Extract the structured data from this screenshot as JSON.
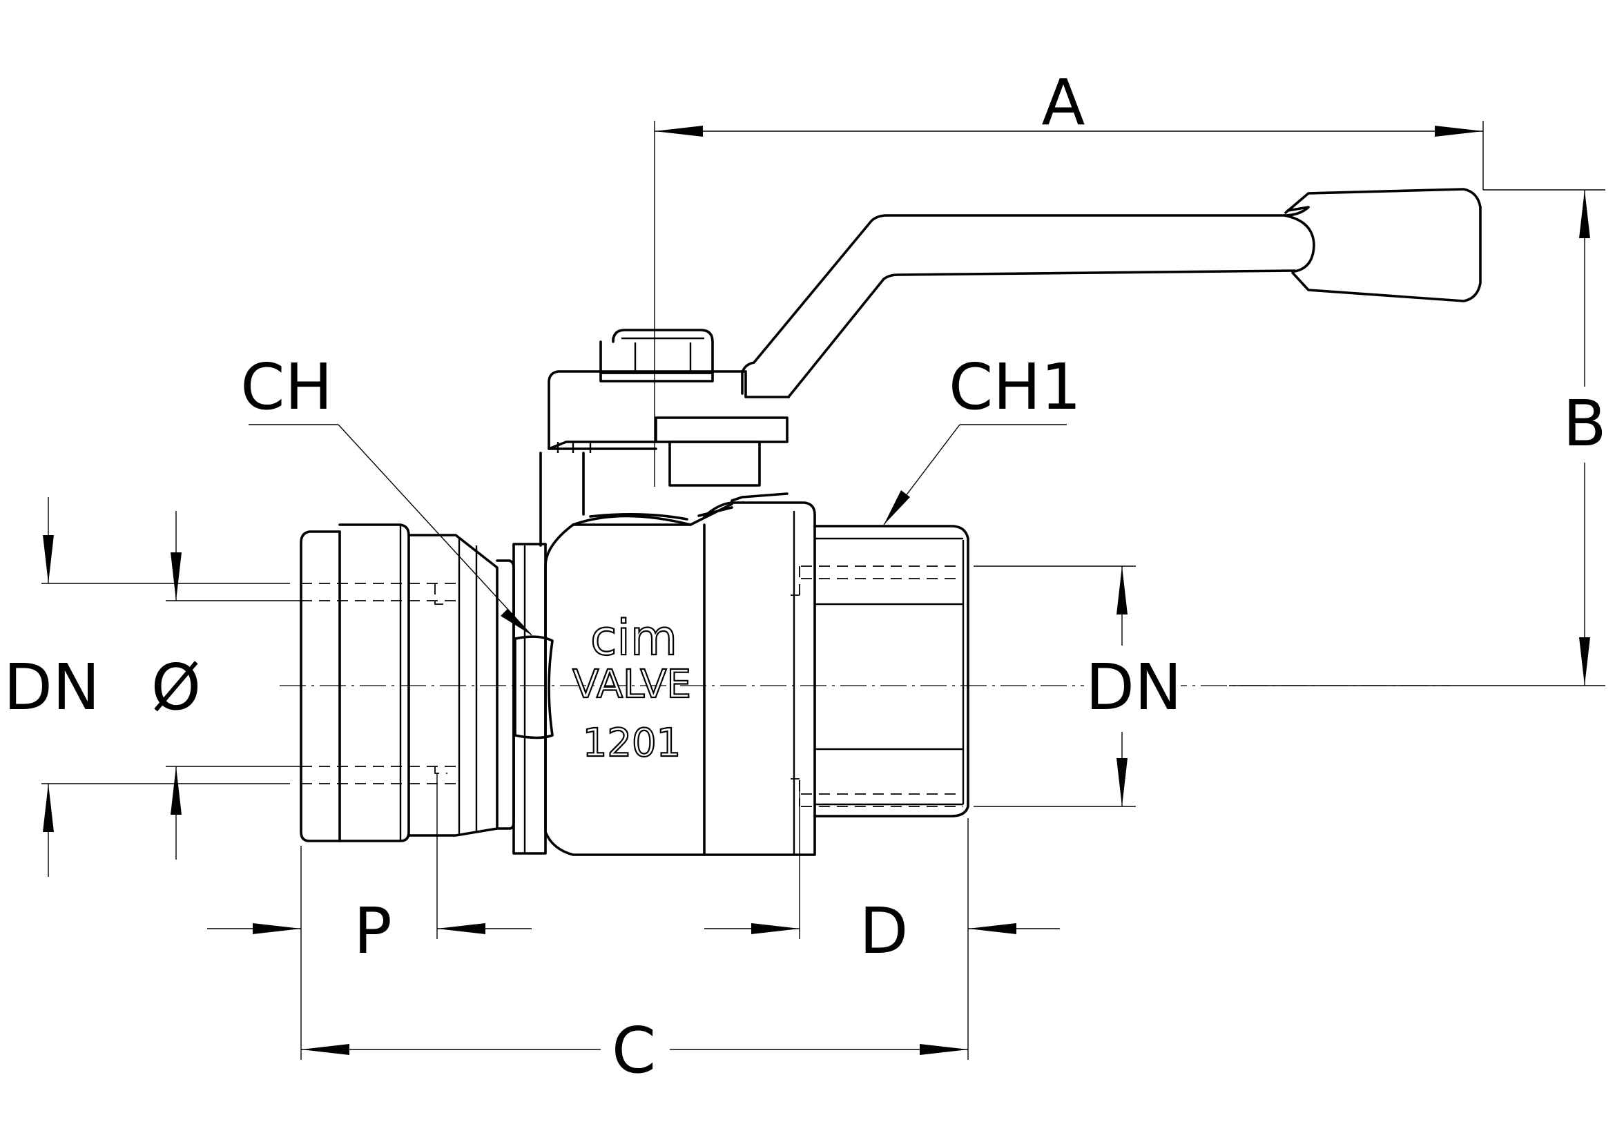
{
  "labels": {
    "A": "A",
    "B": "B",
    "C": "C",
    "D": "D",
    "P": "P",
    "CH": "CH",
    "CH1": "CH1",
    "DN_left": "DN",
    "DIAM": "Ø",
    "DN_right": "DN"
  },
  "body_marking": {
    "brand": "cim",
    "line2": "VALVE",
    "line3": "1201"
  }
}
